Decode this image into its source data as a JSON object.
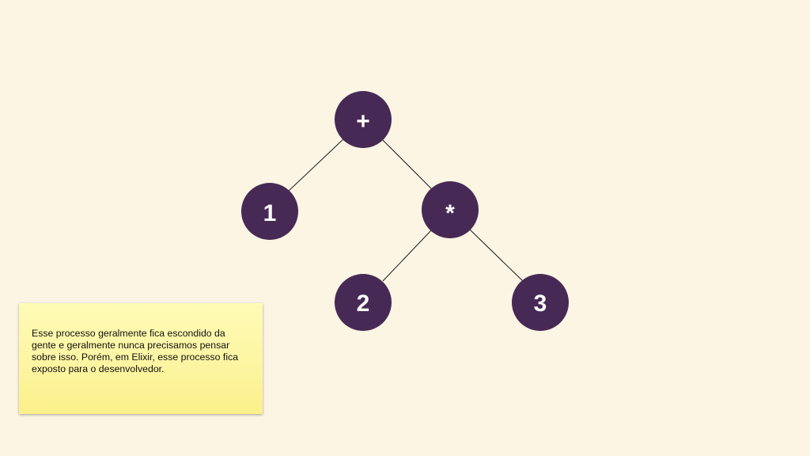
{
  "tree": {
    "nodes": [
      {
        "id": "plus",
        "label": "+"
      },
      {
        "id": "one",
        "label": "1"
      },
      {
        "id": "times",
        "label": "*"
      },
      {
        "id": "two",
        "label": "2"
      },
      {
        "id": "three",
        "label": "3"
      }
    ],
    "edges": [
      {
        "from": "plus",
        "to": "one"
      },
      {
        "from": "plus",
        "to": "times"
      },
      {
        "from": "times",
        "to": "two"
      },
      {
        "from": "times",
        "to": "three"
      }
    ],
    "node_color": "#472955",
    "label_color": "#ffffff",
    "background": "#fcf5e4"
  },
  "note": {
    "text": "Esse processo geralmente fica escondido da gente e geralmente nunca precisamos pensar sobre isso. Porém, em Elixir, esse processo fica exposto para o desenvolvedor."
  }
}
